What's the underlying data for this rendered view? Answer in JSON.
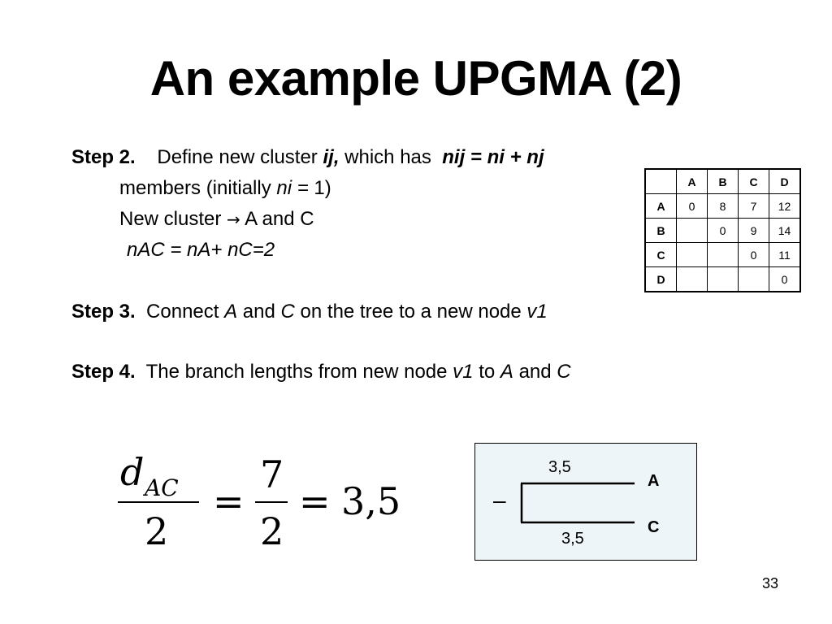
{
  "slide": {
    "title": "An example UPGMA (2)",
    "page_number": "33"
  },
  "step2": {
    "label": "Step 2.",
    "text_a": "Define new cluster",
    "cluster": "ij,",
    "text_b": "which has",
    "formula": "nij = ni + nj",
    "line2_a": "members  (initially",
    "line2_var": "ni =",
    "line2_b": "1)",
    "line3_a": "New cluster",
    "line3_arrow": "→",
    "line3_b": "A and C",
    "line4": "nAC = nA+ nC=2"
  },
  "step3": {
    "label": "Step 3.",
    "text_a": "Connect",
    "var_a": "A",
    "text_b": "and",
    "var_c": "C",
    "text_c": "on the tree to a new node",
    "node": "v1"
  },
  "step4": {
    "label": "Step 4.",
    "text_a": "The branch lengths from new node",
    "node": "v1",
    "text_b": "to",
    "var_a": "A",
    "text_c": "and",
    "var_c": "C"
  },
  "distance_matrix": {
    "headers": [
      "",
      "A",
      "B",
      "C",
      "D"
    ],
    "rows": [
      [
        "A",
        "0",
        "8",
        "7",
        "12"
      ],
      [
        "B",
        "",
        "0",
        "9",
        "14"
      ],
      [
        "C",
        "",
        "",
        "0",
        "11"
      ],
      [
        "D",
        "",
        "",
        "",
        "0"
      ]
    ]
  },
  "equation": {
    "d": "d",
    "sub": "AC",
    "denom1": "2",
    "eq1": "=",
    "num2": "7",
    "denom2": "2",
    "eq2": "=",
    "result": "3,5"
  },
  "tree": {
    "root_mark": "–",
    "branch_top_length": "3,5",
    "branch_bottom_length": "3,5",
    "leaf_top": "A",
    "leaf_bottom": "C",
    "box_color": "#eef5f8"
  }
}
